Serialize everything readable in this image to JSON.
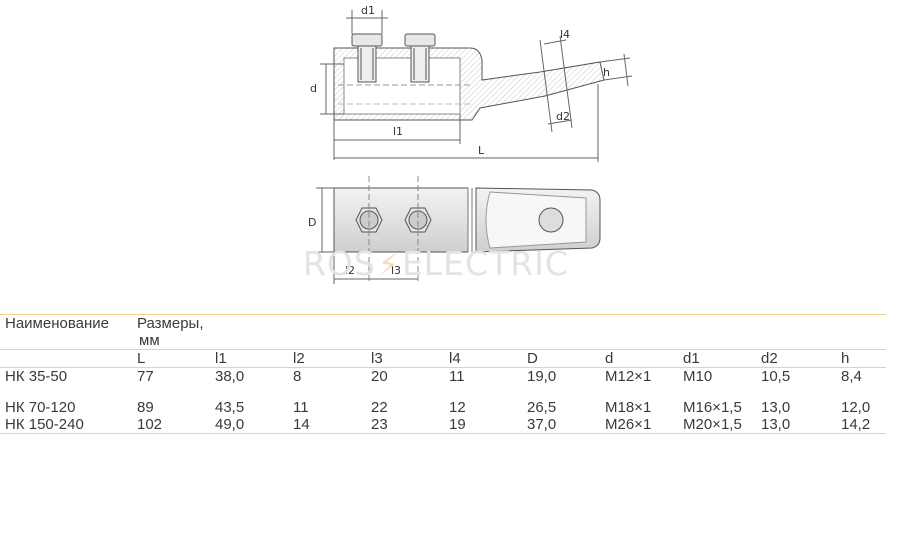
{
  "watermark": {
    "left": "ROS",
    "right": "ELECTRIC"
  },
  "drawing_labels": {
    "d1": "d1",
    "d": "d",
    "l1": "l1",
    "L": "L",
    "l4": "l4",
    "h": "h",
    "d2": "d2",
    "D": "D",
    "l2": "l2",
    "l3": "l3"
  },
  "table": {
    "header": {
      "name_label": "Наименование",
      "sizes_label_line1": "Размеры,",
      "sizes_label_line2": "мм"
    },
    "columns": [
      "L",
      "l1",
      "l2",
      "l3",
      "l4",
      "D",
      "d",
      "d1",
      "d2",
      "h"
    ],
    "rows": [
      {
        "name": "НК 35-50",
        "cells": [
          "77",
          "38,0",
          "8",
          "20",
          "11",
          "19,0",
          "M12×1",
          "M10",
          "10,5",
          "8,4"
        ]
      },
      {
        "name": "НК 70-120",
        "cells": [
          "89",
          "43,5",
          "11",
          "22",
          "12",
          "26,5",
          "M18×1",
          "M16×1,5",
          "13,0",
          "12,0"
        ]
      },
      {
        "name": "НК 150-240",
        "cells": [
          "102",
          "49,0",
          "14",
          "23",
          "19",
          "37,0",
          "M26×1",
          "M20×1,5",
          "13,0",
          "14,2"
        ]
      }
    ]
  }
}
